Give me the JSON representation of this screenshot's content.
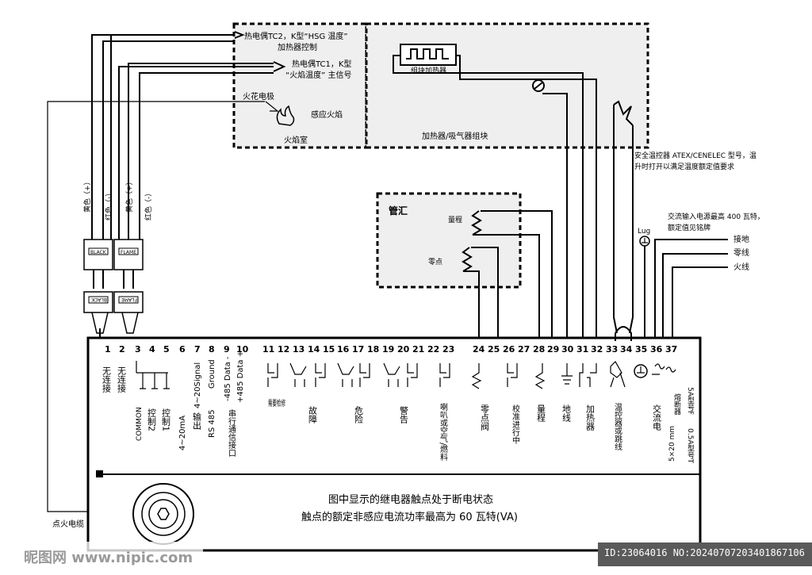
{
  "labels": {
    "tc2_title": "热电偶TC2，K型“HSG 温度”",
    "tc2_sub": "加热器控制",
    "tc1_title": "热电偶TC1，K型",
    "tc1_sub": "“火焰温度” 主信号",
    "spark": "火花电极",
    "sense_flame": "感应火焰",
    "flame_room": "火焰室",
    "block_heater": "组块加热器",
    "heater_module": "加热器/吸气器组块",
    "safety1": "安全温控器 ATEX/CENELEC 型号，温",
    "safety2": "升时打开以满足温度额定值要求",
    "manifold": "管汇",
    "span": "量程",
    "zero": "零点",
    "ac1": "交流输入电源最高 400 瓦特，",
    "ac2": "额定值见铭牌",
    "lug": "Lug",
    "ground": "接地",
    "neutral": "零线",
    "live": "火线",
    "yellow_plus": "黄色（+）",
    "red_minus": "红色（-）",
    "black_conn": "BLACK",
    "flame_conn": "FLAME",
    "ignition_cable": "点火电缆",
    "note1": "图中显示的继电器触点处于断电状态",
    "note2": "触点的额定非感应电流功率最高为 60 瓦特(VA)"
  },
  "terminal_numbers": [
    "1",
    "2",
    "3",
    "4",
    "5",
    "6",
    "7",
    "8",
    "9",
    "10",
    "11",
    "12",
    "13",
    "14",
    "15",
    "16",
    "17",
    "18",
    "19",
    "20",
    "21",
    "22",
    "23",
    "24",
    "25",
    "26",
    "27",
    "28",
    "29",
    "30",
    "31",
    "32",
    "33",
    "34",
    "35",
    "36",
    "37"
  ],
  "terminal_labels": {
    "t1": "无连接",
    "t2": "无连接",
    "t3": "COMMON",
    "t4": "控制2",
    "t5": "控制1",
    "t6": "4~20mA",
    "t7a": "4~20Signal",
    "t7b": "输出",
    "t8a": "Ground",
    "t8b": "RS 485",
    "t9": "-485 Data -",
    "t10": "+485 Data +",
    "t9b": "串行通信接口",
    "maint": "需要检修",
    "fault": "故障",
    "danger": "危险",
    "warn": "警告",
    "horn": "喇叭或空气/燃料",
    "zero_valve": "零点阀",
    "calib": "校准进行中",
    "span": "量程",
    "earth": "地线",
    "heater": "加热器",
    "thermo": "温控器或跳线",
    "ac_power": "交流电",
    "fuse": "熔断器",
    "fuse_f": "5A型号F",
    "fuse_t": "0.5A型号T",
    "fuse_size": "5×20 mm"
  },
  "watermark": {
    "site": "昵图网 www.nipic.com",
    "id": "ID:23064016 NO:20240707203401867106"
  }
}
